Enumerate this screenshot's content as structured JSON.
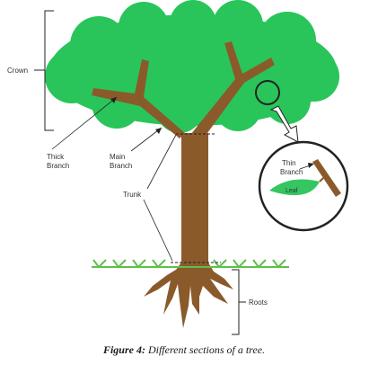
{
  "labels": {
    "crown": "Crown",
    "thick_branch_line1": "Thick",
    "thick_branch_line2": "Branch",
    "main_branch_line1": "Main",
    "main_branch_line2": "Branch",
    "trunk": "Trunk",
    "roots": "Roots",
    "thin_branch_line1": "Thin",
    "thin_branch_line2": "Branch",
    "leaf": "Leaf"
  },
  "caption": {
    "prefix": "Figure 4:",
    "text": " Different sections of a tree."
  },
  "colors": {
    "foliage": "#29c55a",
    "foliage_shade": "#22b24f",
    "wood": "#8b5a2b",
    "grass": "#5fbf4a",
    "leaf": "#34c660",
    "zoom_circle": "#222222",
    "arrow_fill": "#ffffff",
    "line": "#222222"
  }
}
